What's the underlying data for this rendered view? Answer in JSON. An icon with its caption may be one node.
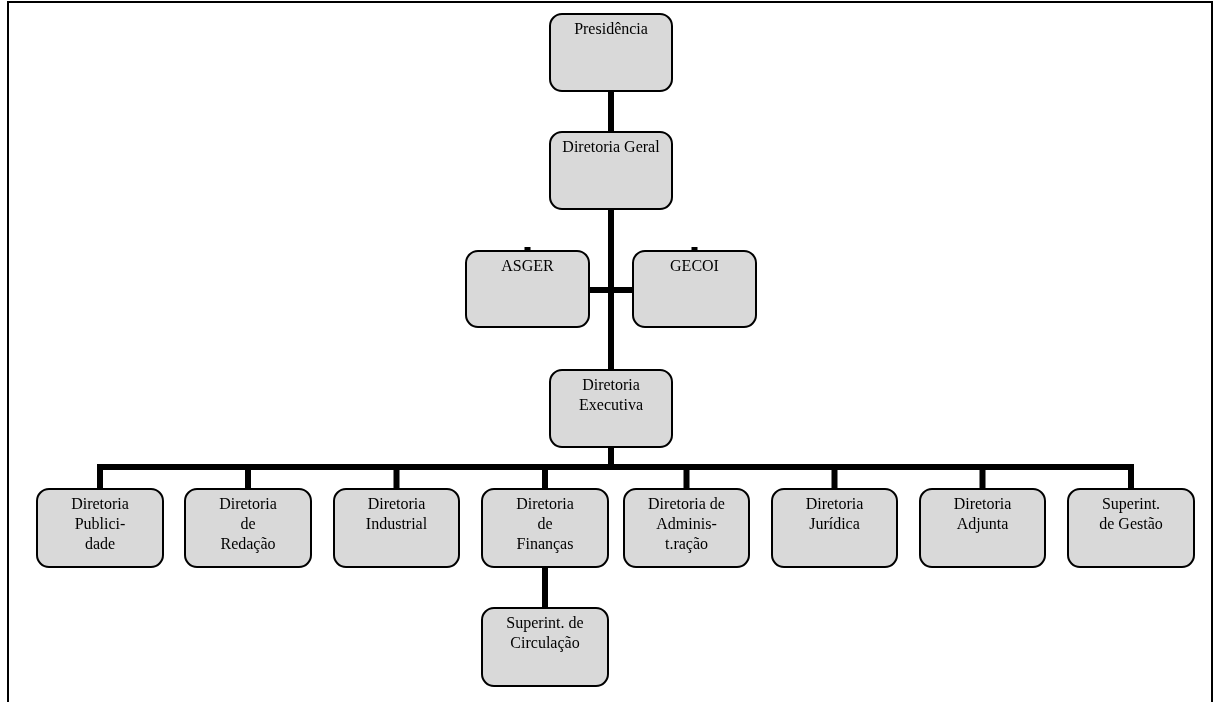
{
  "diagram": {
    "nodes": [
      {
        "text": [
          "Presidência"
        ]
      },
      {
        "text": [
          "Diretoria Geral"
        ]
      },
      {
        "text": [
          "ASGER"
        ]
      },
      {
        "text": [
          "GECOI"
        ]
      },
      {
        "text": [
          "Diretoria Executiva"
        ]
      },
      {
        "text": [
          "Diretoria Publici- dade"
        ]
      },
      {
        "text": [
          "Diretoria de Redação"
        ]
      },
      {
        "text": [
          "Diretoria Industrial"
        ]
      },
      {
        "text": [
          "Diretoria de Finanças"
        ]
      },
      {
        "text": [
          "Diretoria de Adminis- t.ração"
        ]
      },
      {
        "text": [
          "Diretoria Jurídica"
        ]
      },
      {
        "text": [
          "Diretoria Adjunta"
        ]
      },
      {
        "text": [
          "Superint. de Gestão"
        ]
      },
      {
        "text": [
          "Superint. de Circulação"
        ]
      }
    ],
    "edges": [
      {
        "from": 0,
        "to": 1,
        "arrow": "none"
      },
      {
        "from": 1,
        "to": 2,
        "arrow": "none"
      },
      {
        "from": 1,
        "to": 3,
        "arrow": "none"
      },
      {
        "from": 1,
        "to": 4,
        "arrow": "none"
      },
      {
        "from": 4,
        "to": 5,
        "arrow": "none"
      },
      {
        "from": 4,
        "to": 6,
        "arrow": "none"
      },
      {
        "from": 4,
        "to": 7,
        "arrow": "none"
      },
      {
        "from": 4,
        "to": 8,
        "arrow": "none"
      },
      {
        "from": 4,
        "to": 9,
        "arrow": "none"
      },
      {
        "from": 4,
        "to": 10,
        "arrow": "none"
      },
      {
        "from": 4,
        "to": 11,
        "arrow": "none"
      },
      {
        "from": 4,
        "to": 12,
        "arrow": "none"
      },
      {
        "from": 8,
        "to": 13,
        "arrow": "none"
      }
    ]
  }
}
